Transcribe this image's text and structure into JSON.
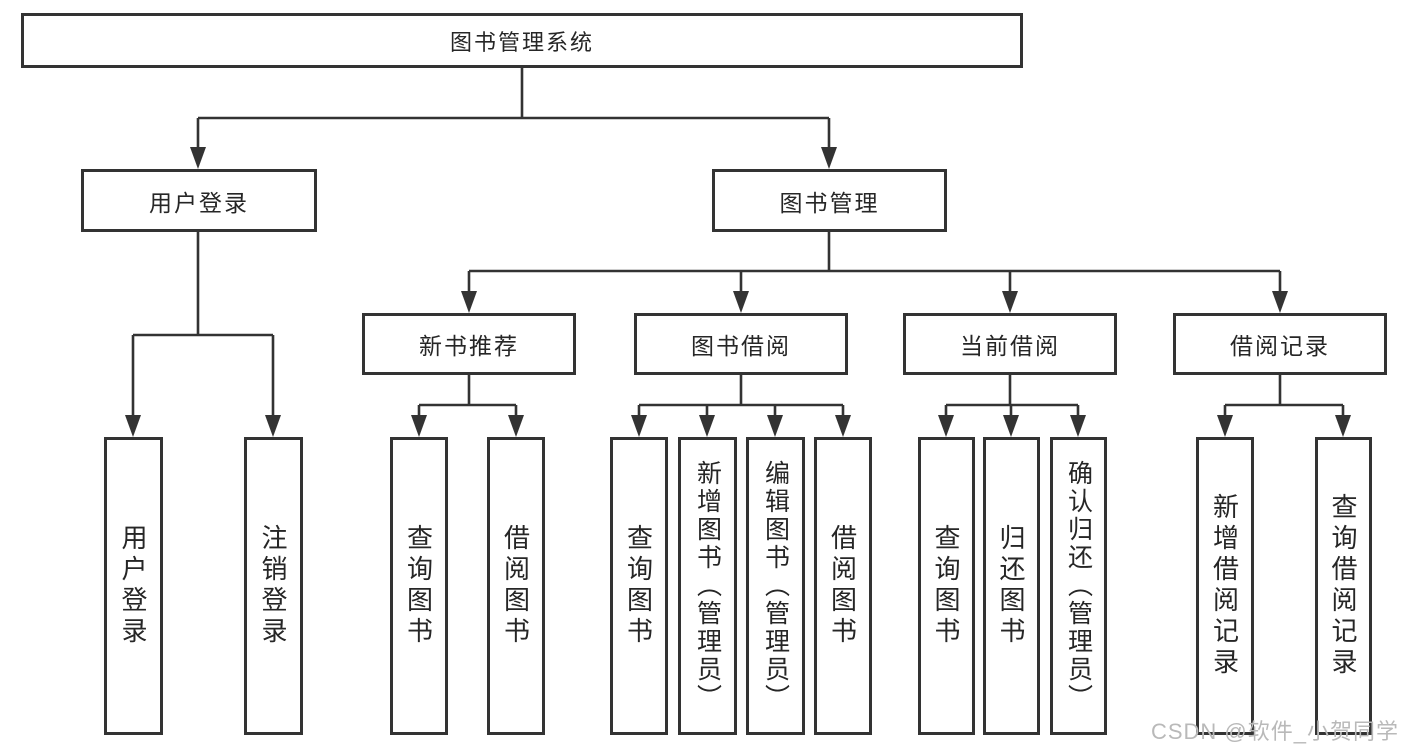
{
  "tree": {
    "label": "图书管理系统",
    "children": [
      {
        "label": "用户登录",
        "children": [
          {
            "label": "用户登录"
          },
          {
            "label": "注销登录"
          }
        ]
      },
      {
        "label": "图书管理",
        "children": [
          {
            "label": "新书推荐",
            "children": [
              {
                "label": "查询图书"
              },
              {
                "label": "借阅图书"
              }
            ]
          },
          {
            "label": "图书借阅",
            "children": [
              {
                "label": "查询图书"
              },
              {
                "label": "新增图书（管理员）"
              },
              {
                "label": "编辑图书（管理员）"
              },
              {
                "label": "借阅图书"
              }
            ]
          },
          {
            "label": "当前借阅",
            "children": [
              {
                "label": "查询图书"
              },
              {
                "label": "归还图书"
              },
              {
                "label": "确认归还（管理员）"
              }
            ]
          },
          {
            "label": "借阅记录",
            "children": [
              {
                "label": "新增借阅记录"
              },
              {
                "label": "查询借阅记录"
              }
            ]
          }
        ]
      }
    ]
  },
  "watermark": {
    "text": "CSDN @软件_小贺同学"
  },
  "colors": {
    "line": "#333333",
    "text": "#262626",
    "box_fill": "#ffffff",
    "watermark": "#b9b9b9",
    "background": "#ffffff"
  }
}
